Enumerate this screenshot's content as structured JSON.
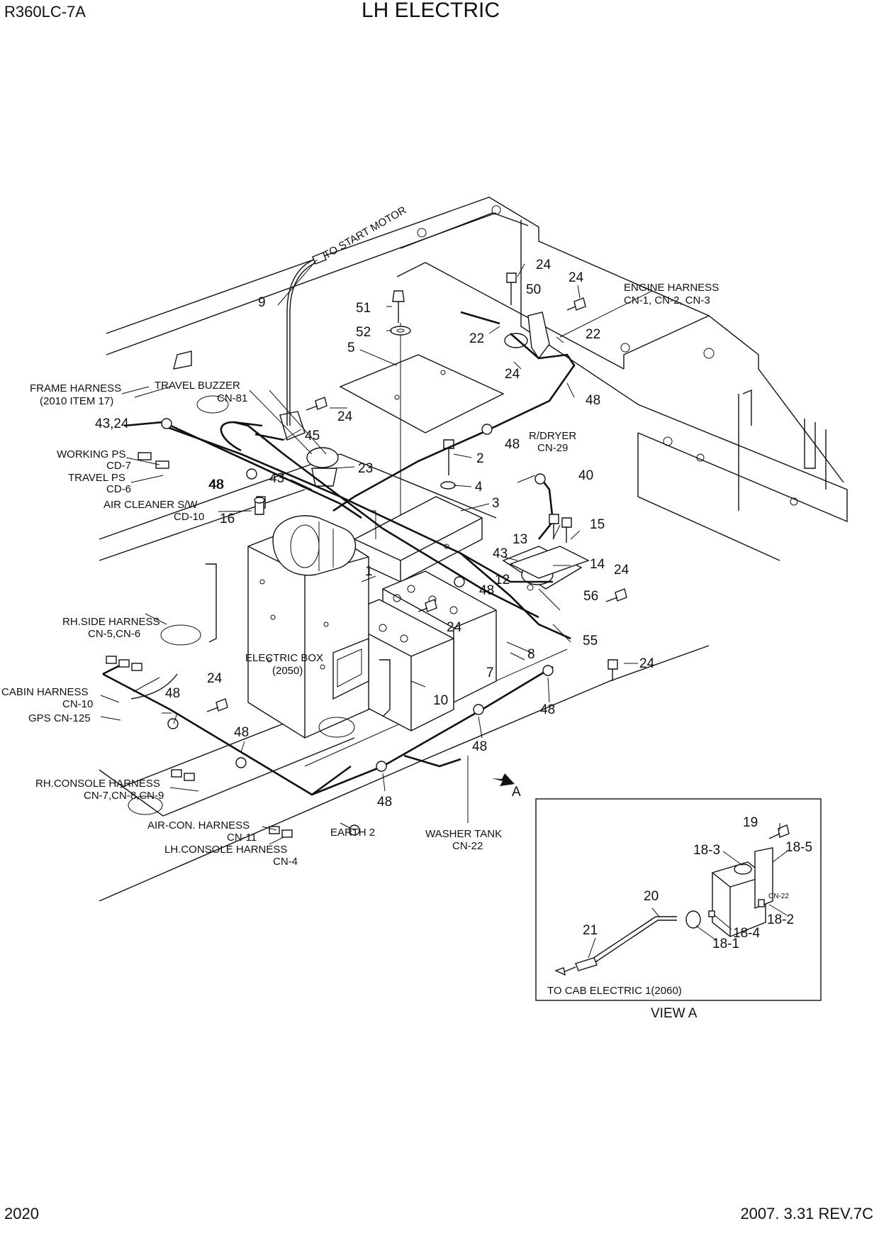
{
  "header": {
    "model": "R360LC-7A",
    "title": "LH ELECTRIC"
  },
  "footer": {
    "page_number": "2020",
    "revision": "2007. 3.31 REV.7C"
  },
  "labels": {
    "to_start_motor": "TO START MOTOR",
    "engine_harness": "ENGINE HARNESS",
    "engine_harness_cn": "CN-1, CN-2, CN-3",
    "frame_harness": "FRAME HARNESS",
    "frame_harness_ref": "(2010 ITEM 17)",
    "travel_buzzer": "TRAVEL BUZZER",
    "travel_buzzer_cn": "CN-81",
    "working_ps": "WORKING PS",
    "working_ps_cd": "CD-7",
    "travel_ps": "TRAVEL PS",
    "travel_ps_cd": "CD-6",
    "air_cleaner_sw": "AIR CLEANER S/W",
    "air_cleaner_cd": "CD-10",
    "r_dryer": "R/DRYER",
    "r_dryer_cn": "CN-29",
    "rh_side_harness": "RH.SIDE HARNESS",
    "rh_side_cn": "CN-5,CN-6",
    "electric_box": "ELECTRIC BOX",
    "electric_box_ref": "(2050)",
    "cabin_harness": "CABIN HARNESS",
    "cabin_cn": "CN-10",
    "gps": "GPS CN-125",
    "rh_console_harness": "RH.CONSOLE HARNESS",
    "rh_console_cn": "CN-7,CN-8,CN-9",
    "air_con_harness": "AIR-CON. HARNESS",
    "air_con_cn": "CN-11",
    "lh_console_harness": "LH.CONSOLE HARNESS",
    "lh_console_cn": "CN-4",
    "earth": "EARTH 2",
    "washer_tank": "WASHER TANK",
    "washer_tank_cn": "CN-22",
    "view_a_arrow": "A",
    "view_a": "VIEW  A",
    "to_cab_electric": "TO CAB ELECTRIC 1(2060)",
    "cn22_small": "CN-22"
  },
  "callouts": [
    "24",
    "24",
    "50",
    "51",
    "9",
    "52",
    "22",
    "22",
    "5",
    "24",
    "48",
    "24",
    "45",
    "43,24",
    "23",
    "48",
    "2",
    "40",
    "43",
    "48",
    "4",
    "3",
    "16",
    "15",
    "13",
    "1",
    "43",
    "14",
    "24",
    "12",
    "48",
    "56",
    "24",
    "55",
    "7",
    "8",
    "24",
    "24",
    "10",
    "48",
    "48",
    "48",
    "48",
    "48",
    "48",
    "19",
    "18-3",
    "18-5",
    "20",
    "18-2",
    "21",
    "18-4",
    "18-1"
  ]
}
